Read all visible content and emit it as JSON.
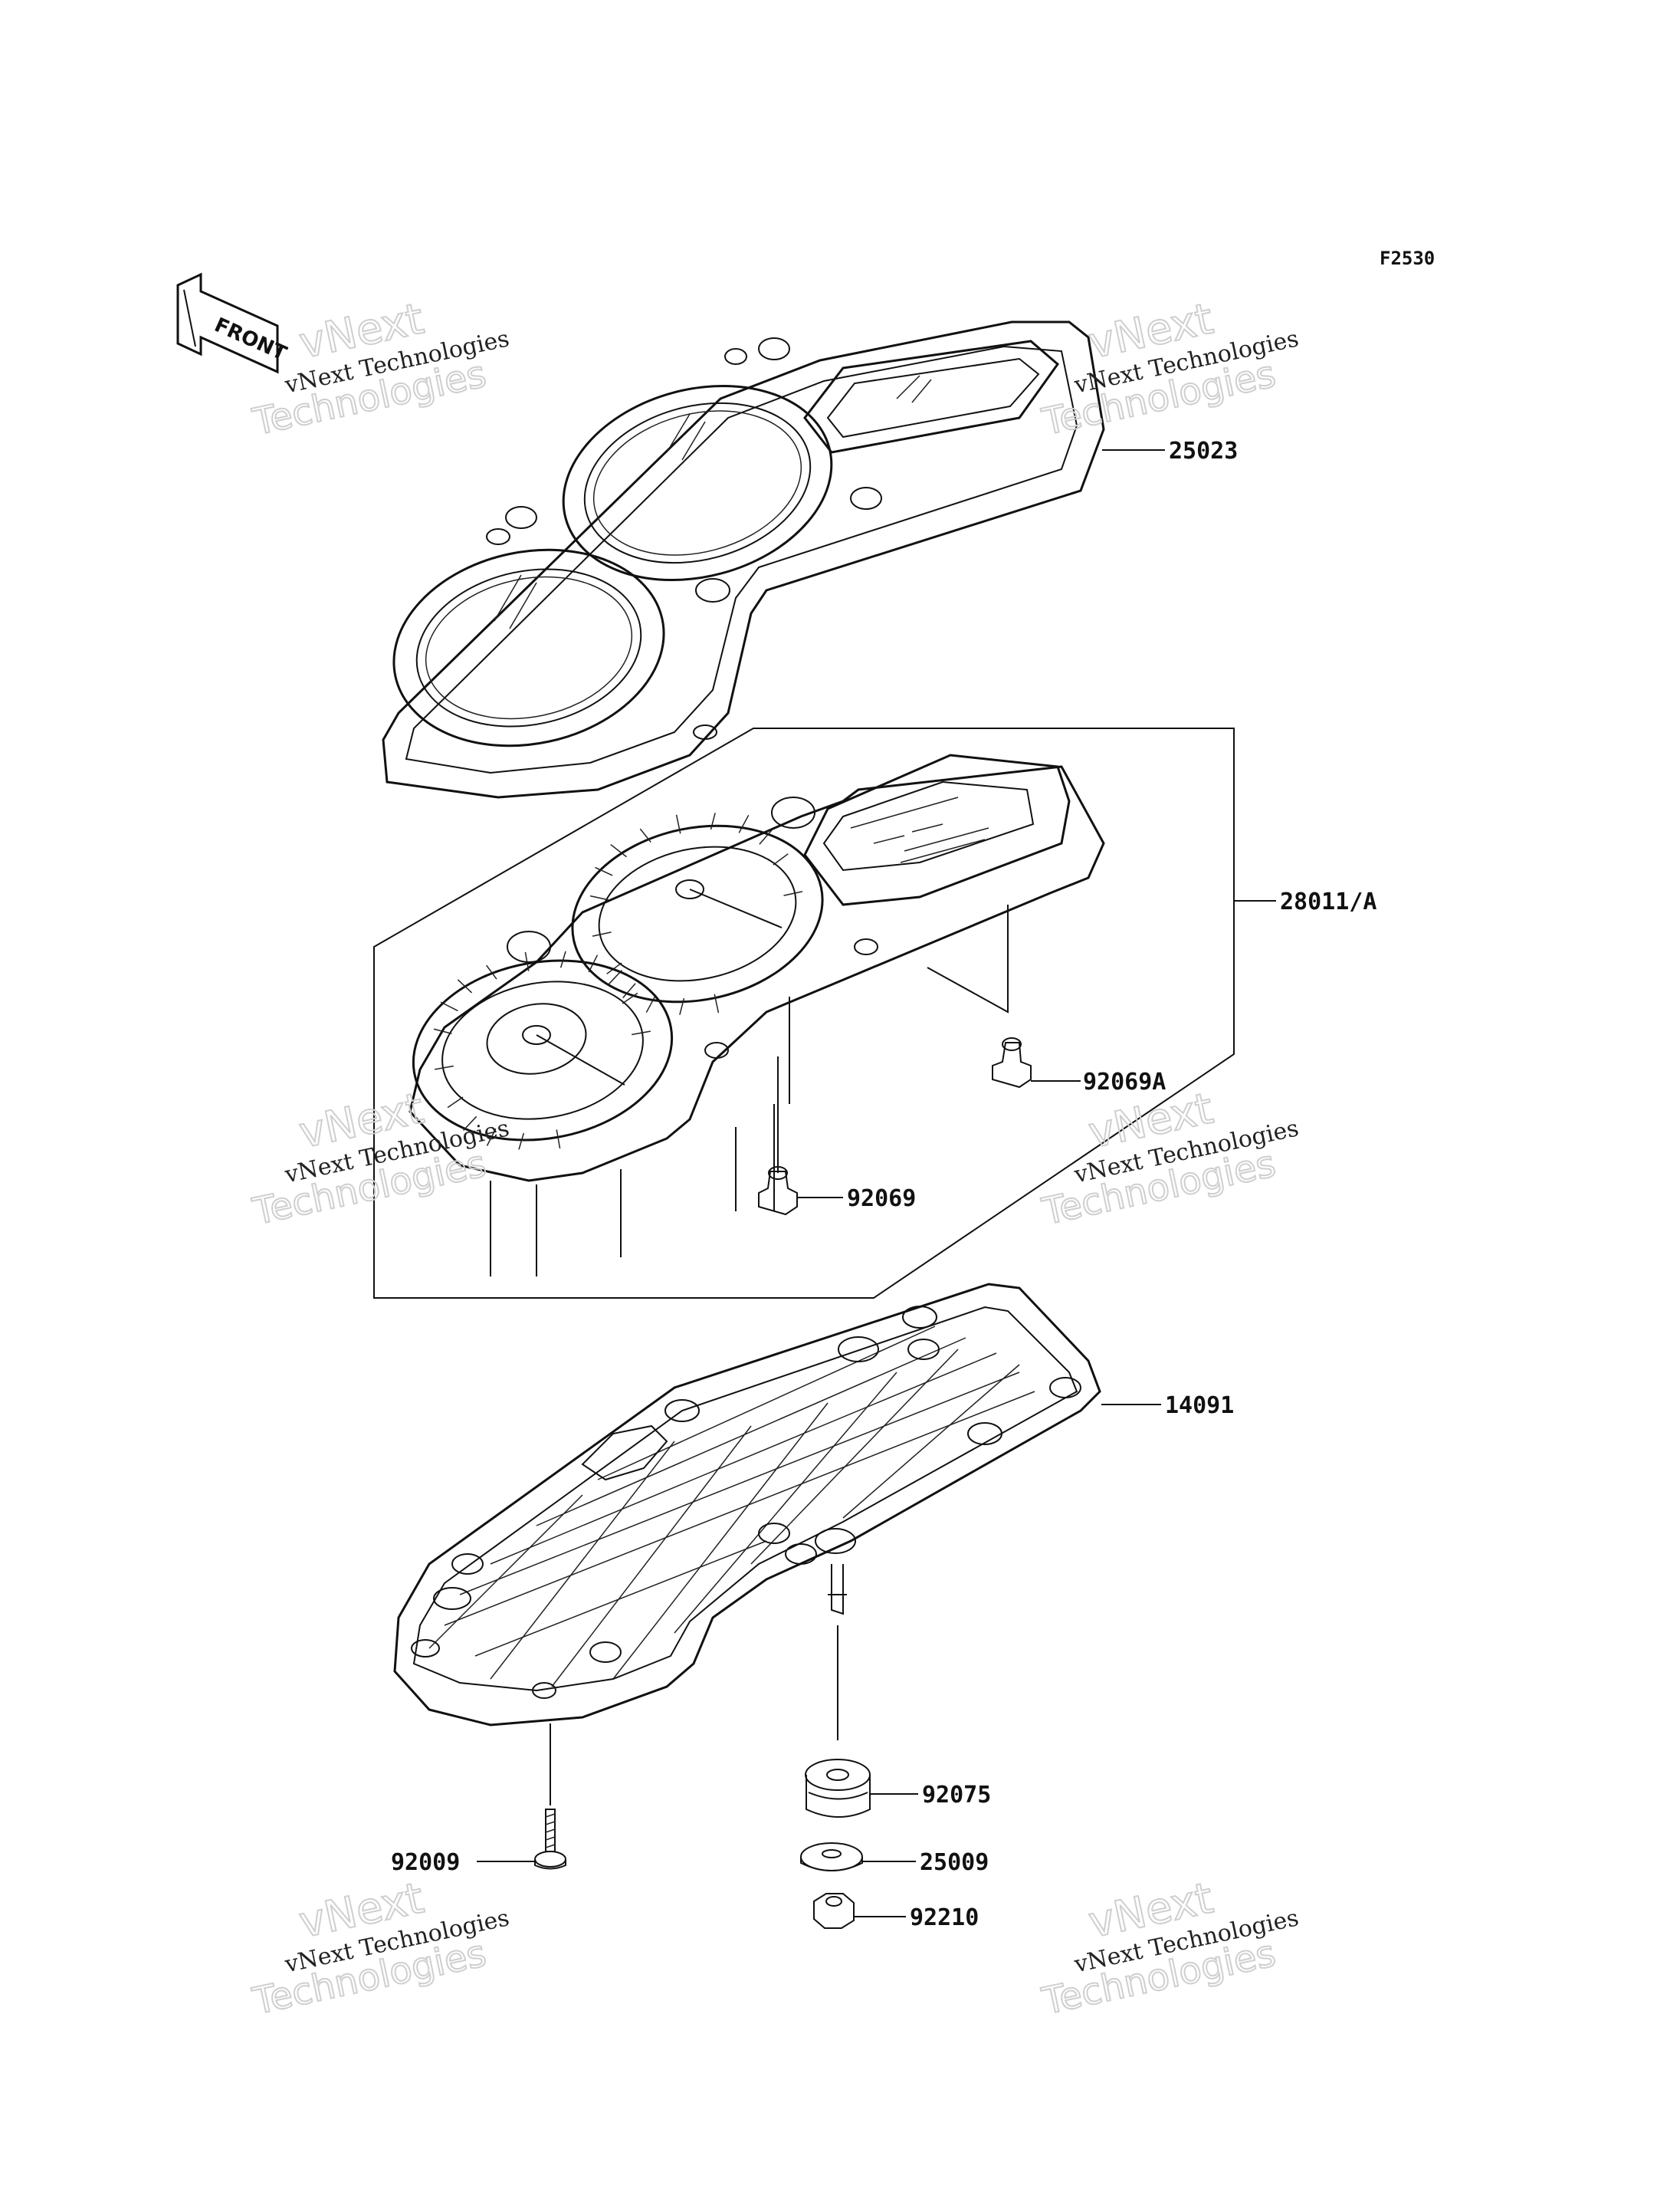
{
  "figure_code": "F2530",
  "front_label": "FRONT",
  "watermark": {
    "line1": "vNext Technologies",
    "line2": "vNext",
    "line3": "Technologies"
  },
  "parts": [
    {
      "number": "25023",
      "name": "meter-cover"
    },
    {
      "number": "28011/A",
      "name": "meter-assembly"
    },
    {
      "number": "92069A",
      "name": "bulb-socket-right"
    },
    {
      "number": "92069",
      "name": "bulb-socket-left"
    },
    {
      "number": "14091",
      "name": "meter-case"
    },
    {
      "number": "92075",
      "name": "grommet"
    },
    {
      "number": "25009",
      "name": "washer"
    },
    {
      "number": "92210",
      "name": "nut"
    },
    {
      "number": "92009",
      "name": "screw"
    }
  ]
}
